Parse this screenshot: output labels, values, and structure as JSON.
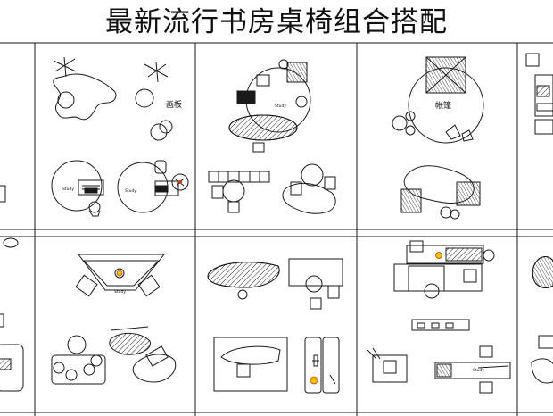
{
  "title": "最新流行书房桌椅组合搭配",
  "labels": {
    "drawing_board": "画板",
    "tent": "帐篷",
    "study": "Study"
  },
  "colors": {
    "line": "#1a1a1a",
    "accent_yellow": "#f2c200",
    "accent_red": "#d23a1a"
  }
}
